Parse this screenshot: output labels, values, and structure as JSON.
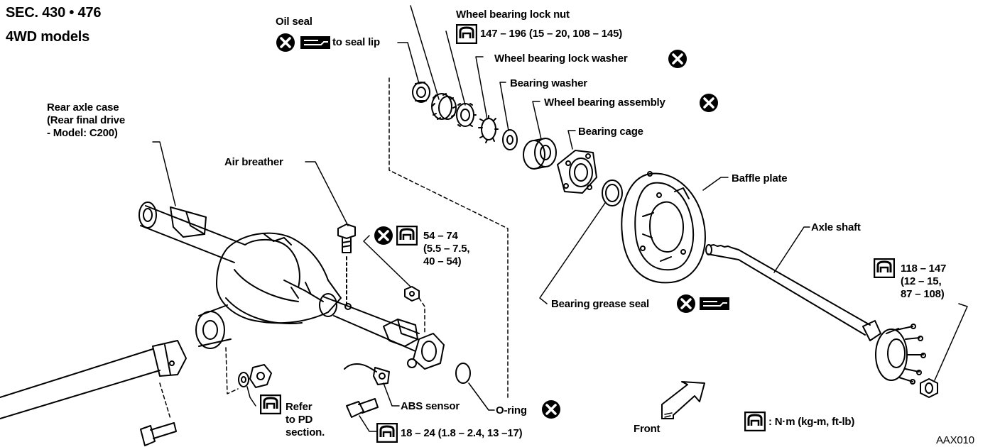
{
  "header": {
    "section": "SEC. 430 • 476",
    "models": "4WD models"
  },
  "figure_id": "AAX010",
  "legend": {
    "text": ": N·m (kg-m, ft-lb)"
  },
  "front_arrow": {
    "label": "Front"
  },
  "symbols": {
    "replace": "x-circle-icon",
    "torque": "torque-wrench-icon",
    "grease": "grease-tube-icon"
  },
  "labels": {
    "oil_seal": "Oil seal",
    "oil_seal_note": "to seal lip",
    "lock_nut": "Wheel bearing lock nut",
    "lock_nut_torque": "147 – 196 (15 – 20, 108 – 145)",
    "lock_washer": "Wheel bearing lock washer",
    "bearing_washer": "Bearing washer",
    "wheel_bearing_assembly": "Wheel bearing assembly",
    "bearing_cage": "Bearing cage",
    "baffle_plate": "Baffle plate",
    "axle_shaft": "Axle shaft",
    "rear_axle_case": "Rear axle case\n(Rear final drive\n- Model: C200)",
    "air_breather": "Air breather",
    "bolt_torque": "54 – 74\n(5.5 – 7.5,\n40 – 54)",
    "shaft_nut_torque": "118 – 147\n(12 – 15,\n87 – 108)",
    "grease_seal": "Bearing grease seal",
    "refer_pd": "Refer\nto PD\nsection.",
    "abs_sensor": "ABS sensor",
    "o_ring": "O-ring",
    "abs_torque": "18 – 24 (1.8 – 2.4, 13 –17)"
  }
}
